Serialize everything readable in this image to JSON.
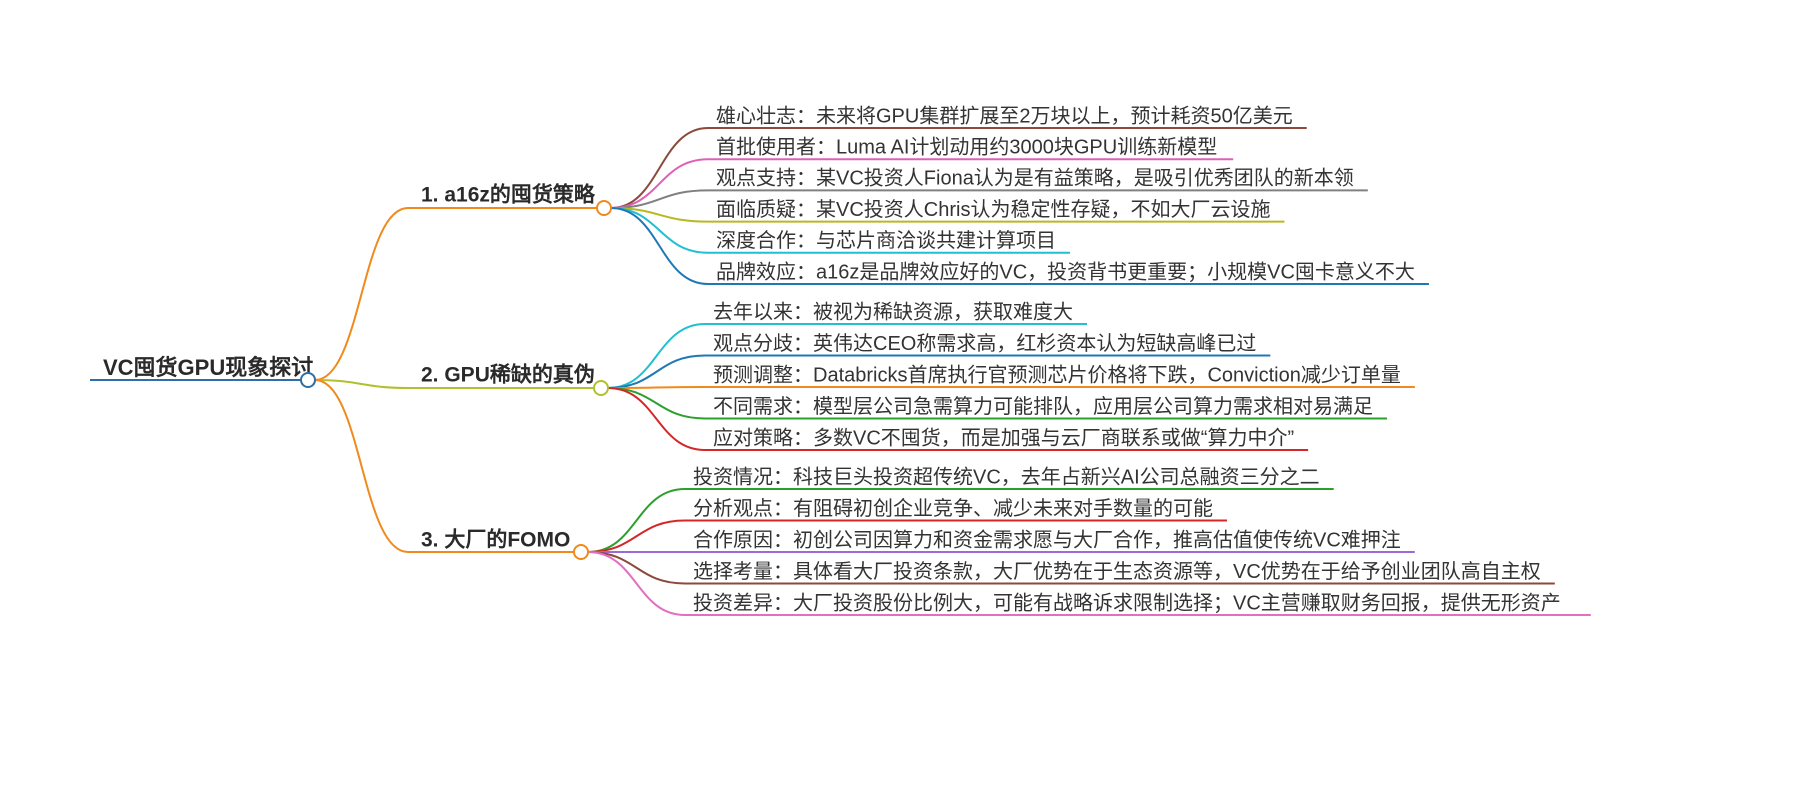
{
  "root": {
    "label": "VC囤货GPU现象探讨",
    "color": "#2f6ea6"
  },
  "branches": [
    {
      "label": "1. a16z的囤货策略",
      "color": "#f08a1c",
      "children": [
        {
          "label": "雄心壮志：未来将GPU集群扩展至2万块以上，预计耗资50亿美元",
          "color": "#8b4a3c"
        },
        {
          "label": "首批使用者：Luma AI计划动用约3000块GPU训练新模型",
          "color": "#e060b8"
        },
        {
          "label": "观点支持：某VC投资人Fiona认为是有益策略，是吸引优秀团队的新本领",
          "color": "#808080"
        },
        {
          "label": "面临质疑：某VC投资人Chris认为稳定性存疑，不如大厂云设施",
          "color": "#b8b820"
        },
        {
          "label": "深度合作：与芯片商洽谈共建计算项目",
          "color": "#20c0d0"
        },
        {
          "label": "品牌效应：a16z是品牌效应好的VC，投资背书更重要；小规模VC囤卡意义不大",
          "color": "#1f78b4"
        }
      ]
    },
    {
      "label": "2. GPU稀缺的真伪",
      "color": "#b0c030",
      "children": [
        {
          "label": "去年以来：被视为稀缺资源，获取难度大",
          "color": "#20c0d0"
        },
        {
          "label": "观点分歧：英伟达CEO称需求高，红杉资本认为短缺高峰已过",
          "color": "#1f78b4"
        },
        {
          "label": "预测调整：Databricks首席执行官预测芯片价格将下跌，Conviction减少订单量",
          "color": "#f08a1c"
        },
        {
          "label": "不同需求：模型层公司急需算力可能排队，应用层公司算力需求相对易满足",
          "color": "#2ca02c"
        },
        {
          "label": "应对策略：多数VC不囤货，而是加强与云厂商联系或做“算力中介”",
          "color": "#d62728"
        }
      ]
    },
    {
      "label": "3. 大厂的FOMO",
      "color": "#f08a1c",
      "children": [
        {
          "label": "投资情况：科技巨头投资超传统VC，去年占新兴AI公司总融资三分之二",
          "color": "#2ca02c"
        },
        {
          "label": "分析观点：有阻碍初创企业竞争、减少未来对手数量的可能",
          "color": "#d62728"
        },
        {
          "label": "合作原因：初创公司因算力和资金需求愿与大厂合作，推高估值使传统VC难押注",
          "color": "#9b6ad6"
        },
        {
          "label": "选择考量：具体看大厂投资条款，大厂优势在于生态资源等，VC优势在于给予创业团队高自主权",
          "color": "#8b4a3c"
        },
        {
          "label": "投资差异：大厂投资股份比例大，可能有战略诉求限制选择；VC主营赚取财务回报，提供无形资产",
          "color": "#e070c0"
        }
      ]
    }
  ]
}
